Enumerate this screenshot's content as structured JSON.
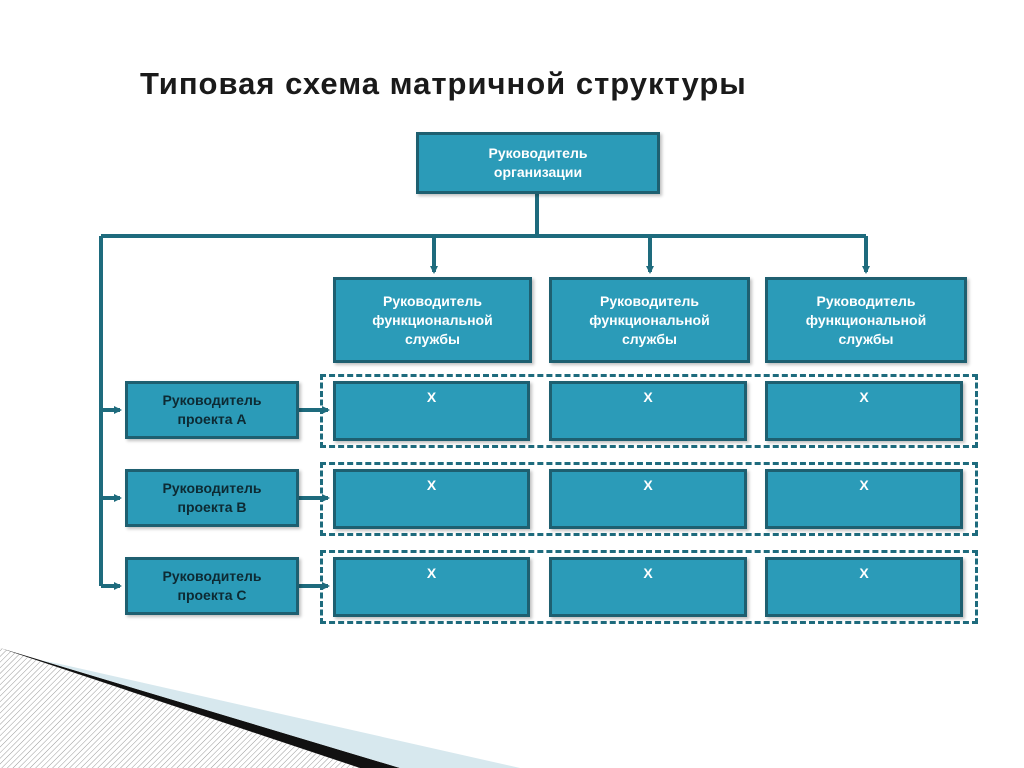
{
  "title": "Типовая схема матричной структуры",
  "top": {
    "line1": "Руководитель",
    "line2": "организации"
  },
  "functional": [
    {
      "line1": "Руководитель",
      "line2": "функциональной",
      "line3": "службы"
    },
    {
      "line1": "Руководитель",
      "line2": "функциональной",
      "line3": "службы"
    },
    {
      "line1": "Руководитель",
      "line2": "функциональной",
      "line3": "службы"
    }
  ],
  "projects": [
    {
      "line1": "Руководитель",
      "line2": "проекта А",
      "cells": [
        "Х",
        "Х",
        "Х"
      ]
    },
    {
      "line1": "Руководитель",
      "line2": "проекта В",
      "cells": [
        "Х",
        "Х",
        "Х"
      ]
    },
    {
      "line1": "Руководитель",
      "line2": "проекта С",
      "cells": [
        "Х",
        "Х",
        "Х"
      ]
    }
  ],
  "colors": {
    "box_fill": "#2b9bb8",
    "box_border": "#1e5f70",
    "connector": "#1e6b7d"
  }
}
